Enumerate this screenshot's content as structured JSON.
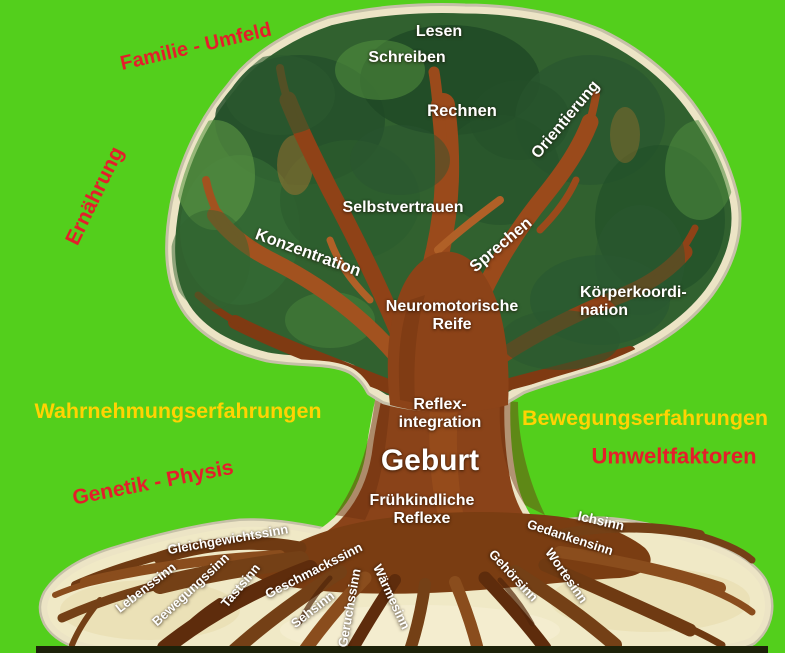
{
  "environment_labels": {
    "familie_umfeld": "Familie - Umfeld",
    "ernaehrung": "Ernährung",
    "wahrnehmungserfahrungen": "Wahrnehmungserfahrungen",
    "genetik_physis": "Genetik - Physis",
    "bewegungserfahrungen": "Bewegungserfahrungen",
    "umweltfaktoren": "Umweltfaktoren"
  },
  "crown_labels": {
    "lesen": "Lesen",
    "schreiben": "Schreiben",
    "rechnen": "Rechnen",
    "orientierung": "Orientierung",
    "selbstvertrauen": "Selbstvertrauen",
    "konzentration": "Konzentration",
    "sprechen": "Sprechen",
    "neuromotorische_reife": "Neuromotorische\nReife",
    "koerperkoordination": "Körperkoordi-\nnation"
  },
  "trunk_labels": {
    "reflexintegration": "Reflex-\nintegration",
    "geburt": "Geburt",
    "fruehkindliche_reflexe": "Frühkindliche\nReflexe"
  },
  "root_labels": {
    "gleichgewichtssinn": "Gleichgewichtssinn",
    "lebenssinn": "Lebenssinn",
    "bewegungssinn": "Bewegungssinn",
    "tastsinn": "Tastsinn",
    "geschmackssinn": "Geschmackssinn",
    "sehsinn": "Sehsinn",
    "geruchssinn": "Geruchssinn",
    "waermesinn": "Wärmesinn",
    "gehoersinn": "Gehörsinn",
    "wortesinn": "Wortesinn",
    "gedankensinn": "Gedankensinn",
    "ichsinn": "Ichsinn"
  },
  "colors": {
    "background": "#53cf1c",
    "label_red": "#e41e2b",
    "label_yellow": "#ffd303",
    "label_white": "#ffffff"
  }
}
